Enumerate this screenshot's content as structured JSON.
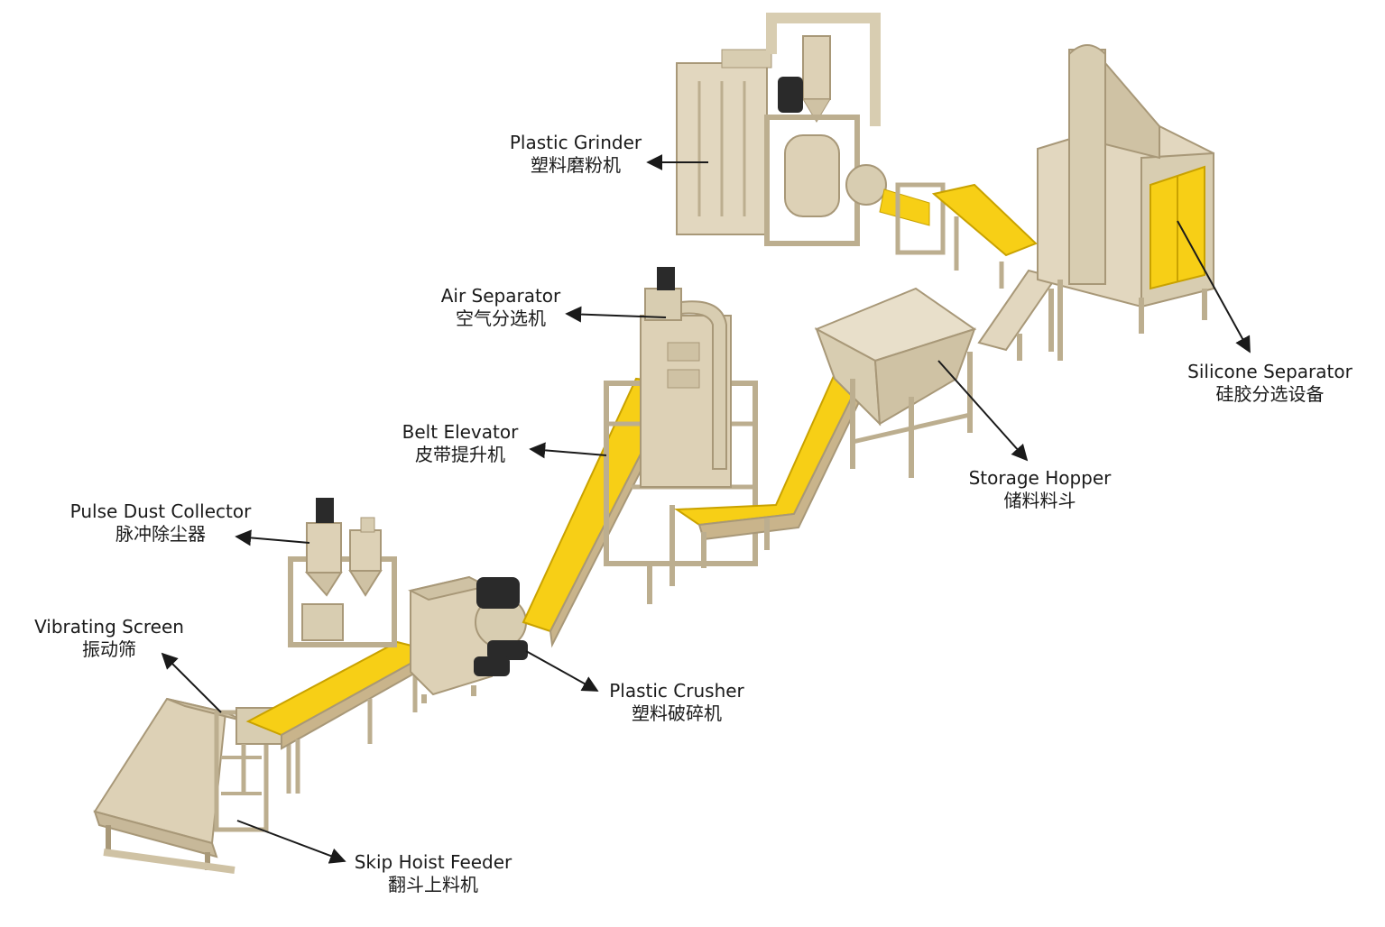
{
  "colors": {
    "frame": "#e2d7bf",
    "frame_dark": "#c7b899",
    "frame_edge": "#a89878",
    "belt": "#f7cf16",
    "belt_edge": "#c9a200",
    "motor": "#2a2a2a",
    "arrow": "#1a1a1a"
  },
  "equipment": {
    "plastic_grinder": {
      "en": "Plastic Grinder",
      "zh": "塑料磨粉机"
    },
    "air_separator": {
      "en": "Air Separator",
      "zh": "空气分选机"
    },
    "belt_elevator": {
      "en": "Belt Elevator",
      "zh": "皮带提升机"
    },
    "pulse_dust": {
      "en": "Pulse Dust Collector",
      "zh": "脉冲除尘器"
    },
    "vibrating_screen": {
      "en": "Vibrating Screen",
      "zh": "振动筛"
    },
    "plastic_crusher": {
      "en": "Plastic Crusher",
      "zh": "塑料破碎机"
    },
    "storage_hopper": {
      "en": "Storage Hopper",
      "zh": "储料料斗"
    },
    "silicone_separator": {
      "en": "Silicone Separator",
      "zh": "硅胶分选设备"
    },
    "skip_hoist": {
      "en": "Skip Hoist Feeder",
      "zh": "翻斗上料机"
    }
  }
}
